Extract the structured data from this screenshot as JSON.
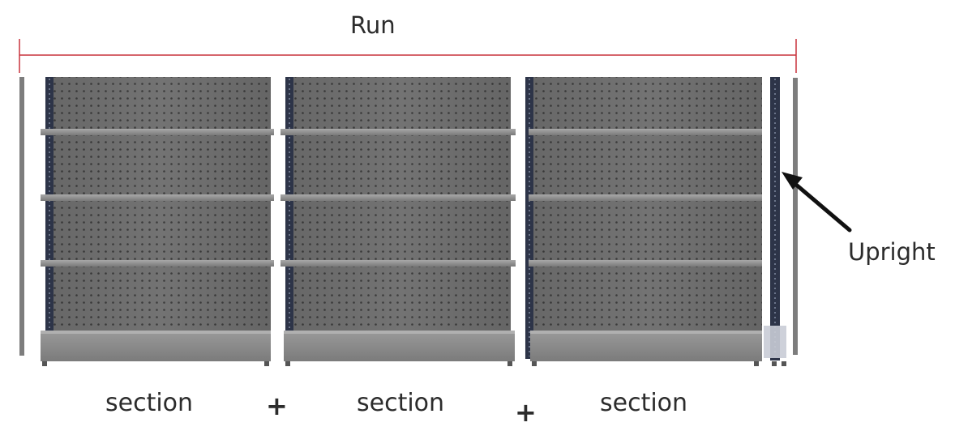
{
  "title": "Run",
  "upright_label": "Upright",
  "sections": [
    "section",
    "section",
    "section"
  ],
  "joiners": [
    "+",
    "+"
  ],
  "colors": {
    "dimension_line": "#c8323c",
    "upright": "#2d3448",
    "panel": "#6e6e6e",
    "shelf": "#8f8f8f",
    "arrow": "#111111",
    "text": "#2c2c2c"
  },
  "icons": [
    "arrow-icon",
    "pegboard-pattern"
  ],
  "shelf_levels_per_section": 3
}
